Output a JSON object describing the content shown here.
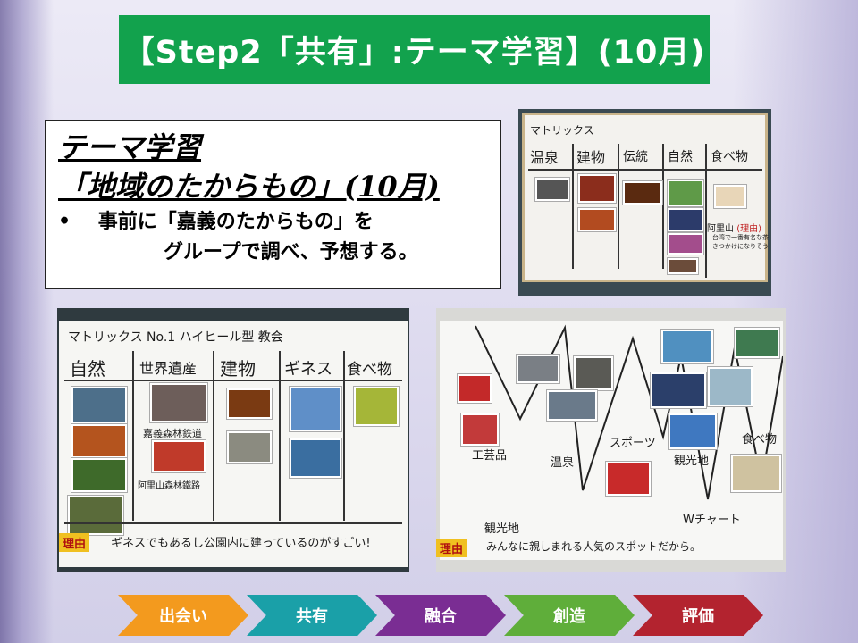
{
  "title": "【Step2「共有」:テーマ学習】(10月)",
  "theme_box": {
    "line1": "テーマ学習",
    "line2": "「地域のたからもの」(10月)",
    "bullet_marker": "•",
    "bullet_line1": "事前に「嘉義のたからもの」を",
    "bullet_line2": "グループで調べ、予想する。"
  },
  "photo_top_right": {
    "header": "マトリックス",
    "columns": [
      "温泉",
      "建物",
      "伝統",
      "自然",
      "食べ物"
    ],
    "note_place": "阿里山",
    "note_tag": "(理由)",
    "note_text1": "台湾で一番有名な茶",
    "note_text2": "きつかけになりそう"
  },
  "photo_bottom_left": {
    "header": "マトリックス No.1 ハイヒール型 教会",
    "columns": [
      "自然",
      "世界遺産",
      "建物",
      "ギネス",
      "食べ物"
    ],
    "caption1": "嘉義森林鉄道",
    "caption2": "阿里山森林鐵路",
    "reason_tag": "理由",
    "reason_text": "ギネスでもあるし公園内に建っているのがすごい!"
  },
  "photo_bottom_right": {
    "labels": [
      "工芸品",
      "温泉",
      "スポーツ",
      "観光地",
      "食べ物",
      "Wチャート"
    ],
    "reason_tag": "理由",
    "reason_line1": "観光地",
    "reason_line2": "みんなに親しまれる人気のスポットだから。"
  },
  "steps": [
    {
      "label": "出会い",
      "color": "#f39a1e"
    },
    {
      "label": "共有",
      "color": "#1aa0a8"
    },
    {
      "label": "融合",
      "color": "#7a2d93"
    },
    {
      "label": "創造",
      "color": "#5fae3a"
    },
    {
      "label": "評価",
      "color": "#b3232f"
    }
  ]
}
